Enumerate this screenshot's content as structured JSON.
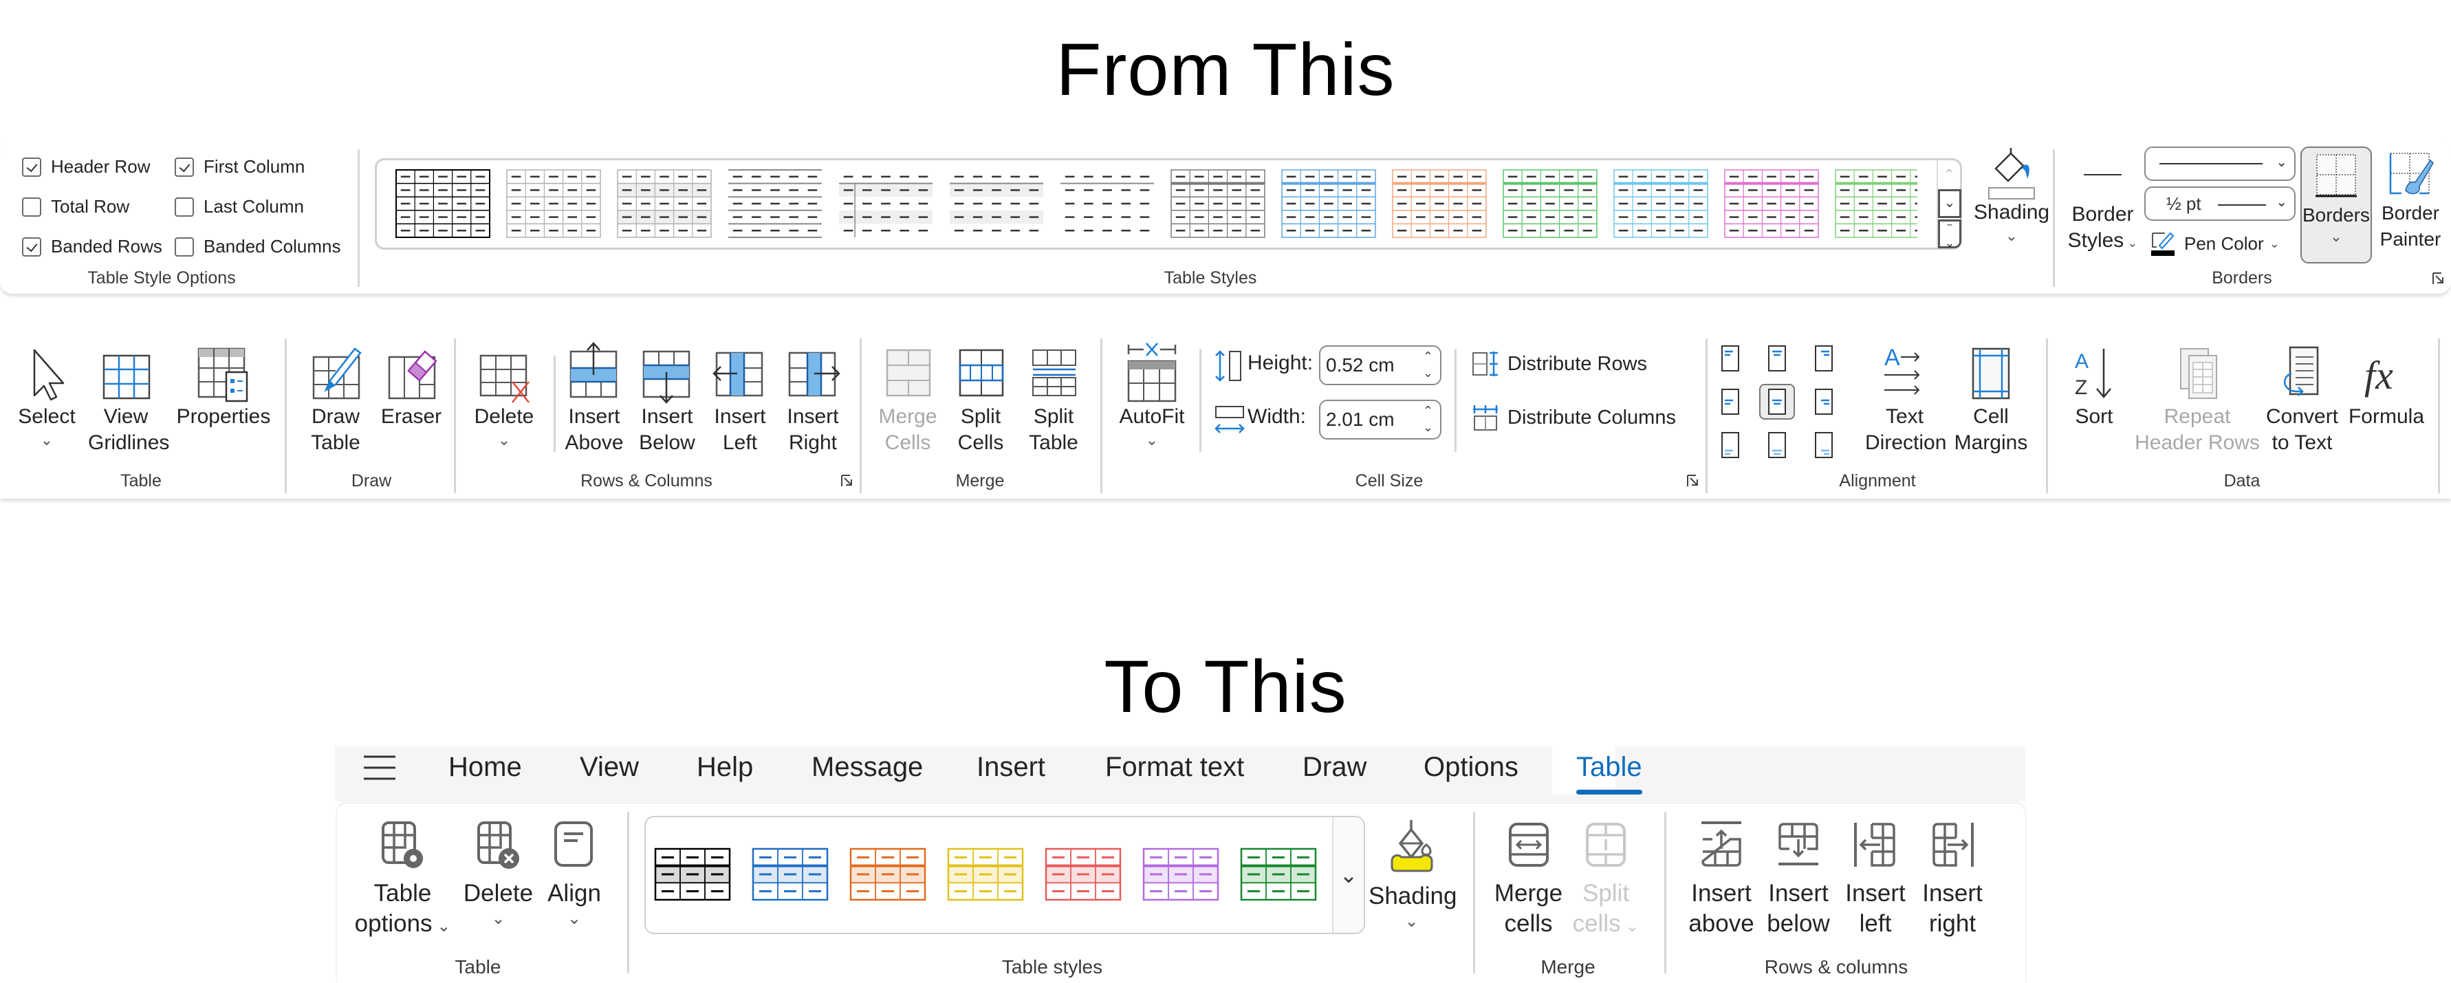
{
  "headings": {
    "from": "From This",
    "to": "To This"
  },
  "old_ribbon": {
    "table_style_options": {
      "label": "Table Style Options",
      "checkboxes": [
        {
          "label": "Header Row",
          "checked": true
        },
        {
          "label": "First Column",
          "checked": true
        },
        {
          "label": "Total Row",
          "checked": false
        },
        {
          "label": "Last Column",
          "checked": false
        },
        {
          "label": "Banded Rows",
          "checked": true
        },
        {
          "label": "Banded Columns",
          "checked": false
        }
      ]
    },
    "table_styles": {
      "label": "Table Styles",
      "gallery_colors": [
        "#000000",
        "#b0b0b0",
        "#b0b0b0",
        "#8a8a8a",
        "#8a8a8a",
        "#8a8a8a",
        "#8a8a8a",
        "#7a7a7a",
        "#5ea6e0",
        "#f2a77c",
        "#5cc56a",
        "#6ec6ec",
        "#e070d0",
        "#7fd07a"
      ],
      "shading": "Shading"
    },
    "borders": {
      "label": "Borders",
      "border_styles": [
        "Border",
        "Styles"
      ],
      "line_weight": "½ pt",
      "pen_color": "Pen Color",
      "borders_button": "Borders",
      "border_painter": [
        "Border",
        "Painter"
      ]
    },
    "table_group": {
      "label": "Table",
      "select": "Select",
      "view_gridlines": [
        "View",
        "Gridlines"
      ],
      "properties": "Properties"
    },
    "draw_group": {
      "label": "Draw",
      "draw_table": [
        "Draw",
        "Table"
      ],
      "eraser": "Eraser"
    },
    "rows_columns": {
      "label": "Rows & Columns",
      "delete": "Delete",
      "insert_above": [
        "Insert",
        "Above"
      ],
      "insert_below": [
        "Insert",
        "Below"
      ],
      "insert_left": [
        "Insert",
        "Left"
      ],
      "insert_right": [
        "Insert",
        "Right"
      ]
    },
    "merge": {
      "label": "Merge",
      "merge_cells": [
        "Merge",
        "Cells"
      ],
      "split_cells": [
        "Split",
        "Cells"
      ],
      "split_table": [
        "Split",
        "Table"
      ]
    },
    "cell_size": {
      "label": "Cell Size",
      "autofit": "AutoFit",
      "height_label": "Height:",
      "height_value": "0.52 cm",
      "width_label": "Width:",
      "width_value": "2.01 cm",
      "distribute_rows": "Distribute Rows",
      "distribute_columns": "Distribute Columns"
    },
    "alignment": {
      "label": "Alignment",
      "text_direction": [
        "Text",
        "Direction"
      ],
      "cell_margins": [
        "Cell",
        "Margins"
      ]
    },
    "data": {
      "label": "Data",
      "sort": "Sort",
      "repeat_header_rows": [
        "Repeat",
        "Header Rows"
      ],
      "convert_to_text": [
        "Convert",
        "to Text"
      ],
      "formula": "Formula"
    }
  },
  "new_ribbon": {
    "tabs": [
      {
        "label": "Home"
      },
      {
        "label": "View"
      },
      {
        "label": "Help"
      },
      {
        "label": "Message"
      },
      {
        "label": "Insert"
      },
      {
        "label": "Format text"
      },
      {
        "label": "Draw"
      },
      {
        "label": "Options"
      },
      {
        "label": "Table",
        "active": true
      }
    ],
    "table_group": {
      "label": "Table",
      "table_options": [
        "Table",
        "options"
      ],
      "delete": "Delete",
      "align": "Align"
    },
    "table_styles": {
      "label": "Table styles",
      "swatches": [
        {
          "name": "black",
          "color": "#000000",
          "band": "#d9d9d9"
        },
        {
          "name": "blue",
          "color": "#1f6fc5",
          "band": "#dde8f5"
        },
        {
          "name": "orange",
          "color": "#e26b1e",
          "band": "#fbe3d3"
        },
        {
          "name": "yellow",
          "color": "#e0c21a",
          "band": "#fbf3d2"
        },
        {
          "name": "red",
          "color": "#e85a5a",
          "band": "#fbe0e0"
        },
        {
          "name": "purple",
          "color": "#b26ae0",
          "band": "#f0e2fa"
        },
        {
          "name": "green",
          "color": "#16872e",
          "band": "#d4e9d7"
        }
      ]
    },
    "shading": "Shading",
    "merge": {
      "label": "Merge",
      "merge_cells": [
        "Merge",
        "cells"
      ],
      "split_cells": [
        "Split",
        "cells"
      ]
    },
    "rows_columns": {
      "label": "Rows & columns",
      "insert_above": [
        "Insert",
        "above"
      ],
      "insert_below": [
        "Insert",
        "below"
      ],
      "insert_left": [
        "Insert",
        "left"
      ],
      "insert_right": [
        "Insert",
        "right"
      ]
    },
    "accent_color": "#0f6cbd"
  }
}
